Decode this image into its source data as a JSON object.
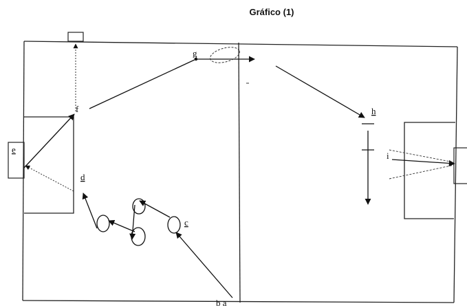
{
  "header": {
    "title": "Gráfico (1)"
  },
  "labels": {
    "e": "e",
    "f": "f",
    "d": "d",
    "g": "g",
    "h": "h",
    "i": "i",
    "c": "c",
    "ba": "b a"
  }
}
